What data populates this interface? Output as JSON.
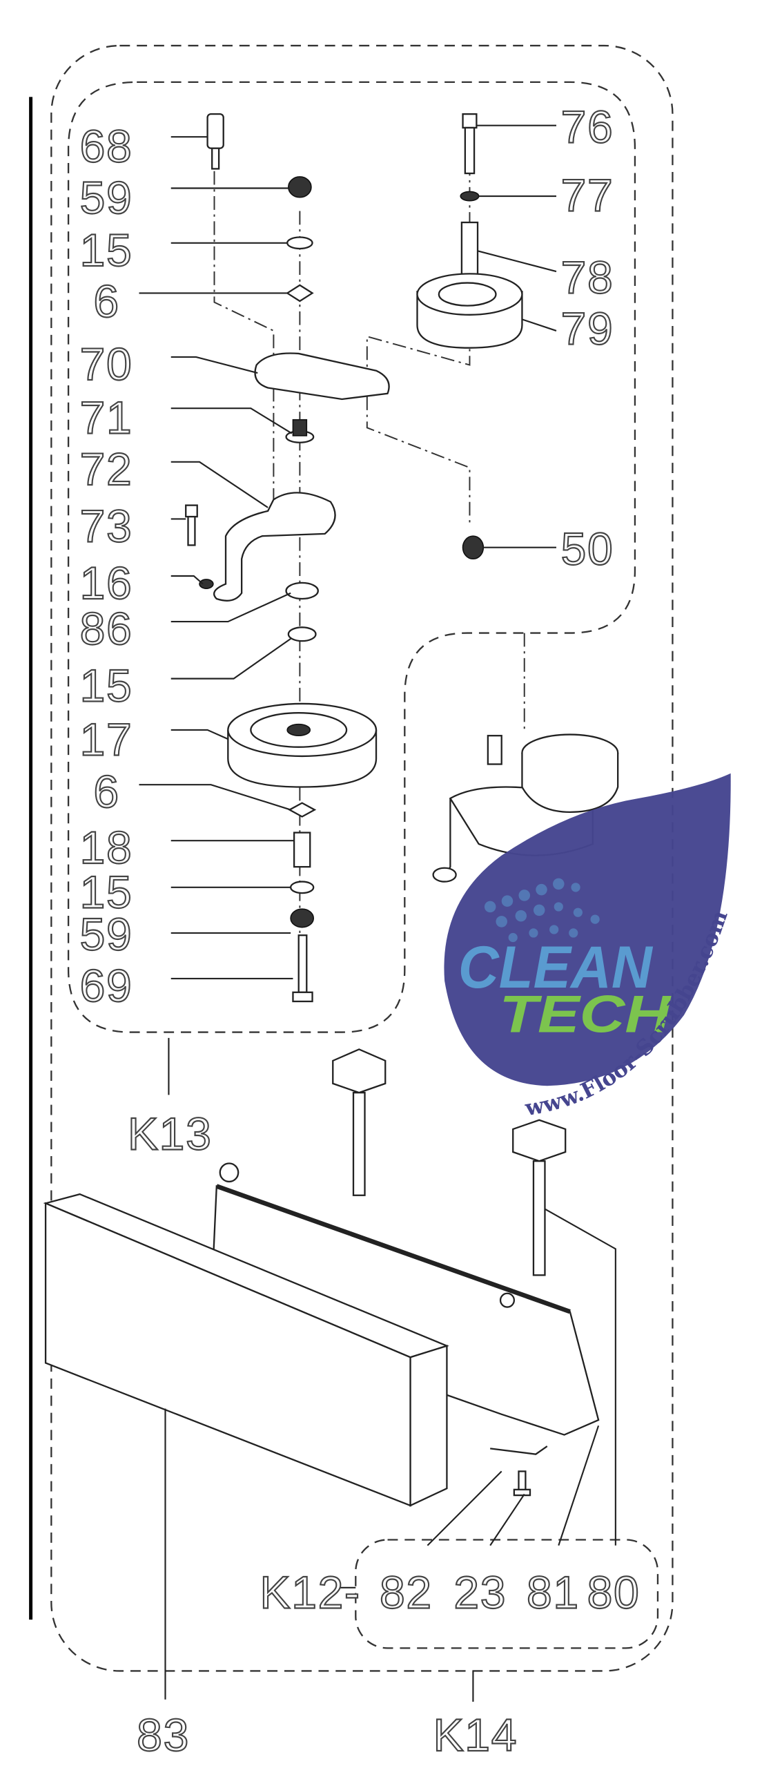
{
  "diagram": {
    "left_labels": [
      "68",
      "59",
      "15",
      "6",
      "70",
      "71",
      "72",
      "73",
      "16",
      "86",
      "15",
      "17",
      "6",
      "18",
      "15",
      "59",
      "69"
    ],
    "right_labels": [
      "76",
      "77",
      "78",
      "79",
      "50"
    ],
    "group_labels": {
      "k13": "K13",
      "k12": "K12-",
      "k14": "K14",
      "p83": "83"
    },
    "k12_parts": [
      "82",
      "23",
      "81",
      "80"
    ]
  },
  "watermark": {
    "brand_line1": "CLEAN",
    "brand_line2": "TECH",
    "url": "www.Floor-Scrubber.com",
    "colors": {
      "drop": "#45458f",
      "clean": "#5a9bd0",
      "tech": "#7cc44e"
    }
  }
}
